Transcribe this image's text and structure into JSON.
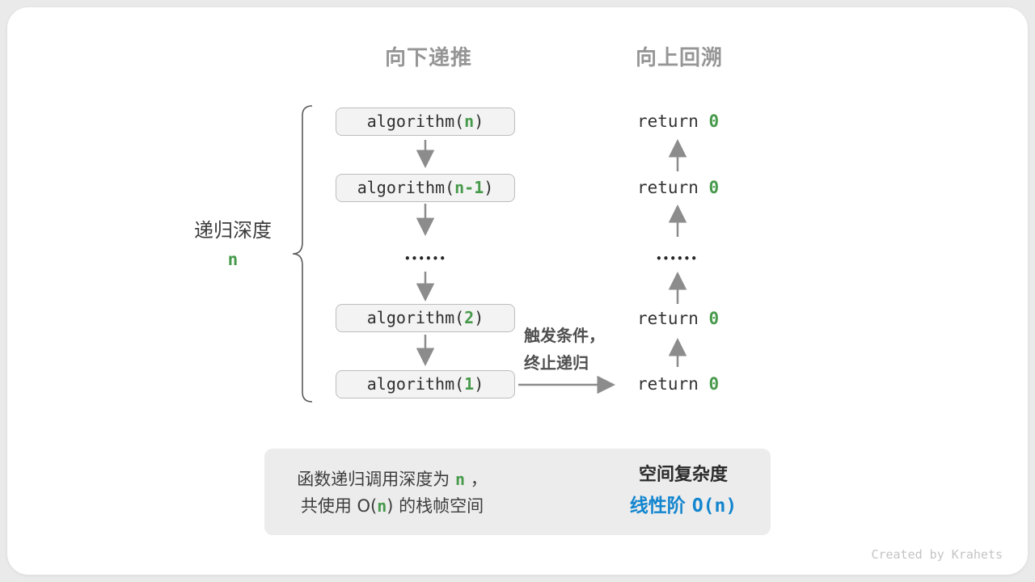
{
  "colors": {
    "green": "#479a4b",
    "blue": "#1285cf",
    "arrow_gray": "#8c8c8c",
    "header_gray": "#969696"
  },
  "headers": {
    "recurse_down": "向下递推",
    "backtrack_up": "向上回溯"
  },
  "depth_label": {
    "text": "递归深度",
    "var": "n"
  },
  "call_stack": {
    "boxes": [
      {
        "pre": "algorithm(",
        "arg": "n",
        "post": ")"
      },
      {
        "pre": "algorithm(",
        "arg": "n-1",
        "post": ")"
      },
      {
        "pre": "algorithm(",
        "arg": "2",
        "post": ")"
      },
      {
        "pre": "algorithm(",
        "arg": "1",
        "post": ")"
      }
    ],
    "ellipsis": "••••••"
  },
  "returns": {
    "items": [
      {
        "pre": "return ",
        "val": "0"
      },
      {
        "pre": "return ",
        "val": "0"
      },
      {
        "pre": "return ",
        "val": "0"
      },
      {
        "pre": "return ",
        "val": "0"
      }
    ],
    "ellipsis": "••••••"
  },
  "base_case": {
    "line1": "触发条件，",
    "line2": "终止递归"
  },
  "summary": {
    "desc_line1_pre": "函数递归调用深度为 ",
    "desc_line1_var": "n",
    "desc_line1_post": " ，",
    "desc_line2_pre": "共使用 O(",
    "desc_line2_var": "n",
    "desc_line2_post": ") 的栈帧空间",
    "title": "空间复杂度",
    "result_label": "线性阶 ",
    "result_code": "O(n)"
  },
  "watermark": "Created by Krahets"
}
